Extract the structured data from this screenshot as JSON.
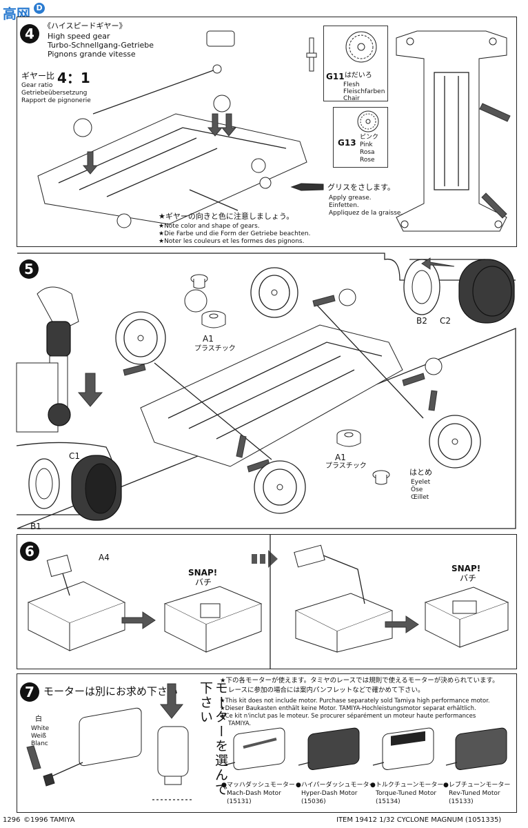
{
  "watermark": {
    "site": "高网",
    "badge": "D"
  },
  "step4": {
    "number": "4",
    "title_jp": "《ハイスピードギヤー》",
    "title_en": "High speed gear",
    "title_de": "Turbo-Schnellgang-Getriebe",
    "title_fr": "Pignons grande vitesse",
    "ratio_label_jp": "ギヤー比",
    "ratio_value": "4：1",
    "ratio_en": "Gear ratio",
    "ratio_de": "Getriebeübersetzung",
    "ratio_fr": "Rapport de pignonerie",
    "g11_code": "G11",
    "g11_jp": "はだいろ",
    "g11_en": "Flesh",
    "g11_de": "Fleischfarben",
    "g11_fr": "Chair",
    "g13_code": "G13",
    "g13_jp": "ピンク",
    "g13_en": "Pink",
    "g13_de": "Rosa",
    "g13_fr": "Rose",
    "grease_jp": "グリスをさします。",
    "grease_en": "Apply grease.",
    "grease_de": "Einfetten.",
    "grease_fr": "Appliquez de la graisse.",
    "note_jp": "★ギヤーの向きと色に注意しましょう。",
    "note_en": "★Note color and shape of gears.",
    "note_de": "★Die Farbe und die Form der Getriebe beachten.",
    "note_fr": "★Noter les couleurs et les formes des pignons."
  },
  "step5": {
    "number": "5",
    "a1_top": "A1",
    "plastic_top": "プラスチック",
    "a1_bottom": "A1",
    "plastic_bottom": "プラスチック",
    "b2": "B2",
    "c2": "C2",
    "c1": "C1",
    "b1": "B1",
    "eyelet_jp": "はとめ",
    "eyelet_en": "Eyelet",
    "eyelet_de": "Öse",
    "eyelet_fr": "Œillet"
  },
  "step6": {
    "number": "6",
    "a4": "A4",
    "snap1_en": "SNAP!",
    "snap1_jp": "バチ",
    "snap2_en": "SNAP!",
    "snap2_jp": "バチ"
  },
  "step7": {
    "number": "7",
    "motor_sold_jp": "モーターは別にお求め下さい",
    "white_jp": "白",
    "white_en": "White",
    "white_de": "Weiß",
    "white_fr": "Blanc",
    "choose_motor_jp": "モーターを選んで下さい",
    "note_jp1": "★下の各モーターが使えます。タミヤのレースでは規則で使えるモーターが決められています。",
    "note_jp2": "レースに参加の場合には案内パンフレットなどで確かめて下さい。",
    "note_en": "★This kit does not include motor. Purchase separately sold Tamiya high performance motor.",
    "note_de": "★Dieser Baukasten enthält keine Motor. TAMIYA-Hochleistungsmotor separat erhältlich.",
    "note_fr1": "★Ce kit n'inclut pas le moteur. Se procurer séparément un moteur haute performances",
    "note_fr2": "TAMIYA.",
    "motors": [
      {
        "jp": "●マッハダッシュモーター",
        "en": "Mach-Dash Motor",
        "code": "(15131)"
      },
      {
        "jp": "●ハイパーダッシュモーター",
        "en": "Hyper-Dash Motor",
        "code": "(15036)"
      },
      {
        "jp": "●トルクチューンモーター",
        "en": "Torque-Tuned Motor",
        "code": "(15134)"
      },
      {
        "jp": "●レブチューンモーター",
        "en": "Rev-Tuned Motor",
        "code": "(15133)"
      }
    ]
  },
  "footer": {
    "page": "1296",
    "copyright": "©1996 TAMIYA",
    "item": "ITEM 19412  1/32 CYCLONE MAGNUM (1051335)"
  }
}
